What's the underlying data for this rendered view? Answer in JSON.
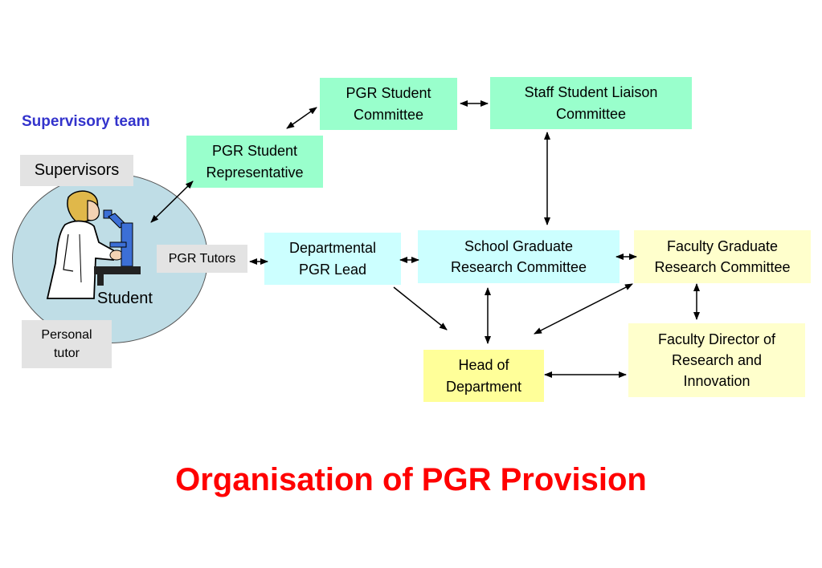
{
  "title": "Organisation of PGR Provision",
  "supervisory_team_label": "Supervisory team",
  "student_label": "Student",
  "boxes": {
    "pgr_student_committee": "PGR Student\nCommittee",
    "staff_student_liaison": "Staff Student Liaison\nCommittee",
    "pgr_student_rep": "PGR Student\nRepresentative",
    "supervisors": "Supervisors",
    "pgr_tutors": "PGR Tutors",
    "dept_pgr_lead": "Departmental\nPGR Lead",
    "school_grc": "School Graduate\nResearch Committee",
    "faculty_grc": "Faculty Graduate\nResearch Committee",
    "faculty_director": "Faculty Director of\nResearch and\nInnovation",
    "head_of_dept": "Head of\nDepartment",
    "personal_tutor": "Personal\ntutor"
  },
  "colors": {
    "committee_green": "#99ffcc",
    "lead_cyan": "#ccffff",
    "head_yellow": "#ffff99",
    "faculty_lightyellow": "#ffffcc",
    "team_blue": "#3333cc",
    "title_red": "#ff0000",
    "student_circle": "#bfdde6"
  },
  "icons": {
    "student": "scientist-microscope-icon"
  }
}
